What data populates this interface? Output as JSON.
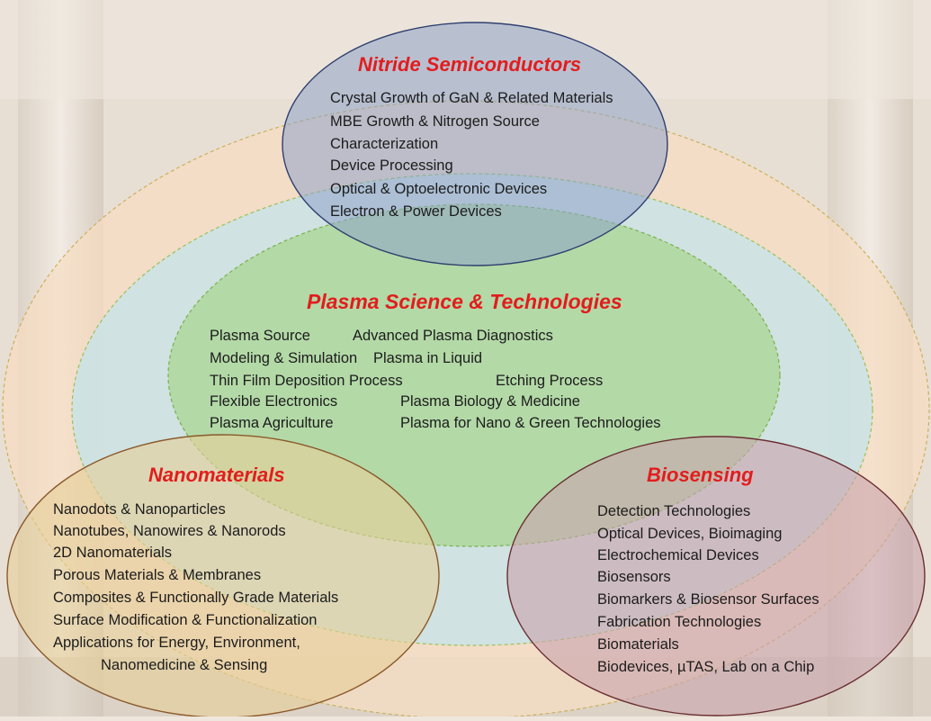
{
  "colors": {
    "title": "#e21d1d",
    "text": "#1c1c1c",
    "outer_ring": "#f6dcc2",
    "middle_ring": "#c9e3e6",
    "inner_ring": "#a7d68f",
    "nitride": "#8ea3c8",
    "nanomaterials": "#e6cf98",
    "biosensing": "#c9a3ae"
  },
  "nitride": {
    "title": "Nitride Semiconductors",
    "items": [
      "Crystal Growth of GaN & Related Materials",
      "MBE Growth & Nitrogen Source",
      "Characterization",
      "Device Processing",
      "Optical & Optoelectronic Devices",
      "Electron & Power Devices"
    ]
  },
  "plasma": {
    "title": "Plasma Science & Technologies",
    "rows": [
      [
        "Plasma Source",
        "Advanced Plasma Diagnostics"
      ],
      [
        "Modeling & Simulation",
        "Plasma in Liquid"
      ],
      [
        "Thin Film Deposition Process",
        "Etching Process"
      ],
      [
        "Flexible Electronics",
        "Plasma Biology & Medicine"
      ],
      [
        "Plasma Agriculture",
        "Plasma for Nano & Green Technologies"
      ]
    ]
  },
  "nanomaterials": {
    "title": "Nanomaterials",
    "items": [
      "Nanodots & Nanoparticles",
      "Nanotubes, Nanowires & Nanorods",
      "2D Nanomaterials",
      "Porous Materials & Membranes",
      "Composites & Functionally Grade Materials",
      "Surface Modification & Functionalization",
      "Applications for Energy, Environment,",
      "Nanomedicine & Sensing"
    ]
  },
  "biosensing": {
    "title": "Biosensing",
    "items": [
      "Detection Technologies",
      "Optical Devices, Bioimaging",
      "Electrochemical Devices",
      "Biosensors",
      "Biomarkers & Biosensor Surfaces",
      "Fabrication Technologies",
      "Biomaterials",
      "Biodevices, µTAS, Lab on a Chip"
    ]
  }
}
